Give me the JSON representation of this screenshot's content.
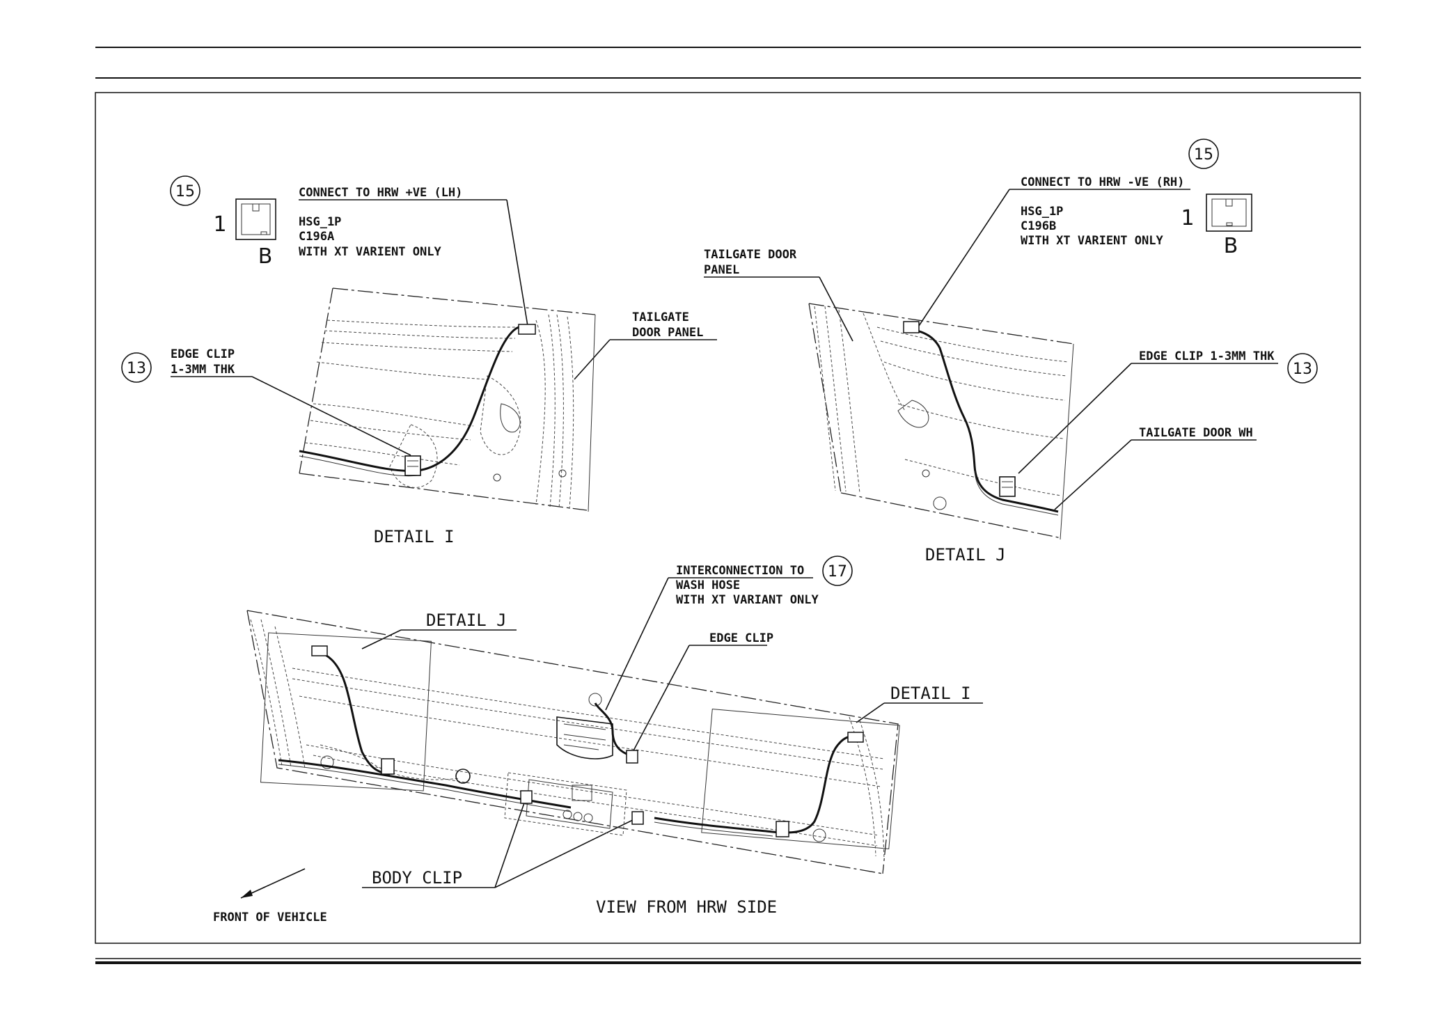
{
  "detail_i": {
    "connector": {
      "bubble": "15",
      "pin_number": "1",
      "pin_letter": "B",
      "title": "CONNECT TO HRW +VE (LH)",
      "lines": [
        "HSG_1P",
        "C196A",
        "WITH XT VARIENT ONLY"
      ]
    },
    "edge_clip": {
      "bubble": "13",
      "lines": [
        "EDGE CLIP",
        "1-3MM THK"
      ]
    },
    "panel_label": [
      "TAILGATE",
      "DOOR PANEL"
    ],
    "title": "DETAIL I"
  },
  "detail_j": {
    "connector": {
      "bubble": "15",
      "pin_number": "1",
      "pin_letter": "B",
      "title": "CONNECT TO HRW -VE (RH)",
      "lines": [
        "HSG_1P",
        "C196B",
        "WITH XT VARIENT ONLY"
      ]
    },
    "panel_label": [
      "TAILGATE DOOR",
      "PANEL"
    ],
    "edge_clip": {
      "bubble": "13",
      "label": "EDGE CLIP 1-3MM THK"
    },
    "wh_label": "TAILGATE DOOR WH",
    "title": "DETAIL J"
  },
  "main_view": {
    "wash_hose": {
      "bubble": "17",
      "lines": [
        "INTERCONNECTION TO",
        "WASH HOSE",
        "WITH XT VARIANT ONLY"
      ]
    },
    "edge_clip": "EDGE CLIP",
    "detail_j_ref": "DETAIL J",
    "detail_i_ref": "DETAIL I",
    "body_clip": "BODY CLIP",
    "front_label": "FRONT OF VEHICLE",
    "title": "VIEW FROM HRW SIDE"
  }
}
